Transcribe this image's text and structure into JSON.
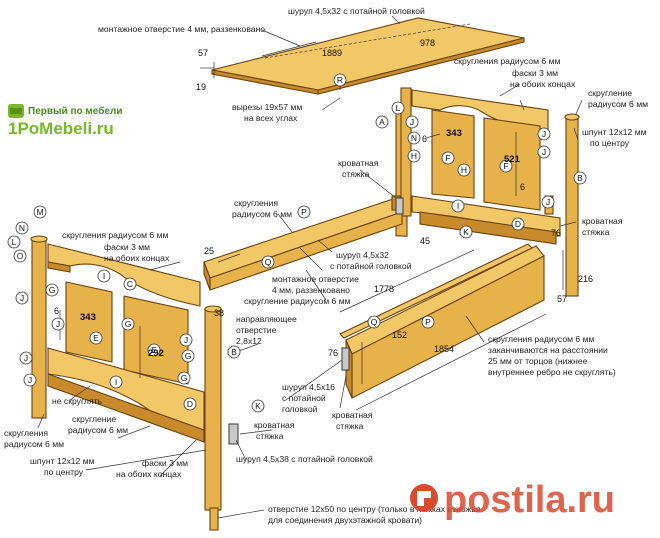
{
  "logo": {
    "tagline": "Первый по мебели",
    "site": "1PoMebeli.ru"
  },
  "watermark": "postila.ru",
  "annotations": {
    "screw_top": "шуруп 4,5х32 с потайной головкой",
    "mount_hole": "монтажное отверстие 4 мм, раззенковано",
    "cutouts_1": "вырезы 19х57 мм",
    "cutouts_2": "на всех углах",
    "rounding_head_1": "скругления радиусом 6 мм",
    "chamfer_head_1": "фаски 3 мм",
    "chamfer_head_2": "на обоих концах",
    "rounding_r_1": "скругление",
    "rounding_r_2": "радиусом 6 мм",
    "dowel_r_1": "шпунт 12х12 мм",
    "dowel_r_2": "по центру",
    "bed_tie_1": "кроватная",
    "bed_tie_2": "стяжка",
    "rounding_mid_1": "скругления",
    "rounding_mid_2": "радиусом 6 мм",
    "screw_mid_1": "шуруп 4,5х32",
    "screw_mid_2": "с потайной головкой",
    "mount_hole_mid_1": "монтажное отверстие",
    "mount_hole_mid_2": "4 мм, раззенковано",
    "rounding_side": "скругление радиусом 6 мм",
    "rounding_foot_1": "скругления радиусом 6 мм",
    "chamfer_foot_1": "фаски 3 мм",
    "chamfer_foot_2": "на обоих концах",
    "guide_hole_1": "направляющее",
    "guide_hole_2": "отверстие",
    "guide_hole_3": "2,8х12",
    "no_round": "не скруглять",
    "rounding_left_1": "скругления",
    "rounding_left_2": "радиусом 6 мм",
    "rounding_bot_1": "скругление",
    "rounding_bot_2": "радиусом 6 мм",
    "dowel_l_1": "шпунт 12х12 мм",
    "dowel_l_2": "по центру",
    "chamfer_bot_1": "фаски 3 мм",
    "chamfer_bot_2": "на обоих концах",
    "screw_bot": "шуруп 4,5х38 с потайной головкой",
    "screw_rail_1": "шуруп 4,5х16",
    "screw_rail_2": "с потайной",
    "screw_rail_3": "головкой",
    "bed_tie_rail_1": "кроватная",
    "bed_tie_rail_2": "стяжка",
    "bed_tie_foot_1": "кроватная",
    "bed_tie_foot_2": "стяжка",
    "rail_round_1": "скругления радиусом 6 мм",
    "rail_round_2": "заканчиваются на расстоянии",
    "rail_round_3": "25 мм от торцов (нижнее",
    "rail_round_4": "внутреннее ребро не скруглять)",
    "hole_bottom_1": "отверстие 12х50 по центру (только в ножках изножья",
    "hole_bottom_2": "для соединения двухэтажной кровати)"
  },
  "dimensions": {
    "d1889": "1889",
    "d978": "978",
    "d57a": "57",
    "d19": "19",
    "d343a": "343",
    "d521": "521",
    "d6a": "6",
    "d6b": "6",
    "d45": "45",
    "d76a": "76",
    "d216": "216",
    "d57b": "57",
    "d25": "25",
    "d38": "38",
    "d1778": "1778",
    "d343b": "343",
    "d292": "292",
    "d6c": "6",
    "d76b": "76",
    "d152": "152",
    "d1854": "1854"
  },
  "part_labels": {
    "R": "R",
    "A1": "A",
    "J1": "J",
    "J2": "J",
    "J3": "J",
    "J4": "J",
    "H1": "H",
    "F1": "F",
    "H2": "H",
    "F2": "F",
    "I1": "I",
    "K1": "K",
    "D1": "D",
    "B1": "B",
    "L1": "L",
    "N1": "N",
    "P1": "P",
    "Q1": "Q",
    "M1": "M",
    "N2": "N",
    "L2": "L",
    "O1": "O",
    "J5": "J",
    "G1": "G",
    "J6": "J",
    "E1": "E",
    "G2": "G",
    "E2": "E",
    "I2": "I",
    "C1": "C",
    "J7": "J",
    "G3": "G",
    "J8": "J",
    "G4": "G",
    "J9": "J",
    "I3": "I",
    "D2": "D",
    "B2": "B",
    "K2": "K",
    "Q2": "Q",
    "P2": "P"
  }
}
